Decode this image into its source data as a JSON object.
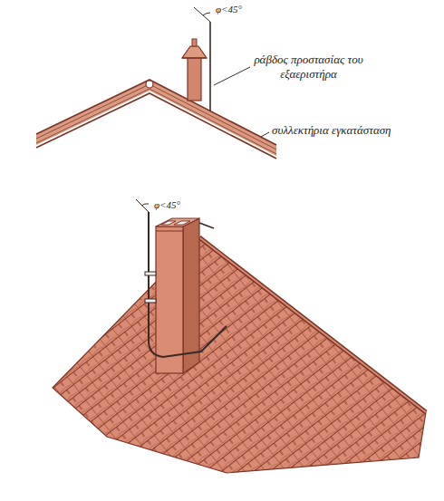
{
  "diagram": {
    "labels": [
      "φ<45°",
      "ράβδος προστασίας του εξαεριστήρα",
      "συλλεκτήρια εγκατάσταση",
      "φ<45°"
    ]
  }
}
